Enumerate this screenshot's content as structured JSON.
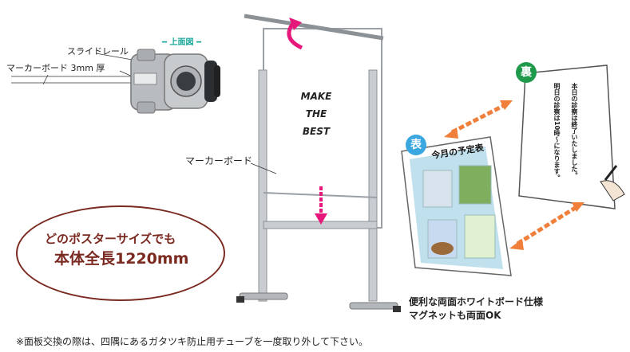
{
  "top_view": {
    "title": "上面図",
    "slide_rail_label": "スライドレール",
    "board_thickness_label": "マーカーボード 3mm 厚"
  },
  "stand": {
    "board_text_lines": [
      "MAKE",
      "THE",
      "BEST"
    ],
    "board_label": "マーカーボード"
  },
  "bubble": {
    "line1": "どのポスターサイズでも",
    "line2": "本体全長1220mm"
  },
  "front_board": {
    "badge": "表",
    "title": "今月の予定表"
  },
  "back_board": {
    "badge": "裏",
    "text_col1": "本日の診察は終了いたしました。",
    "text_col2": "明日の診察は10時〜になります。"
  },
  "feature": {
    "line1": "便利な両面ホワイトボード仕様",
    "line2": "マグネットも両面OK"
  },
  "footnote": "※面板交換の際は、四隅にあるガタツキ防止用チューブを一度取り外して下さい。",
  "colors": {
    "accent_pink": "#e6187c",
    "accent_orange": "#ef7f3a",
    "bubble_brown": "#7a2a20",
    "teal": "#1aa89b",
    "badge_green": "#1f9a4a",
    "badge_blue": "#3aa7e0"
  }
}
